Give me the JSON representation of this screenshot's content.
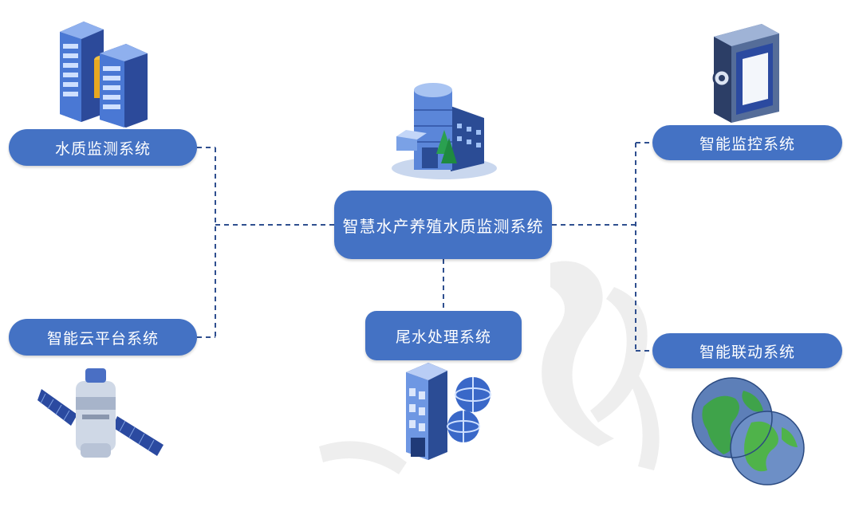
{
  "nodes": {
    "center": "智慧水产养殖水质监测系统",
    "water_quality": "水质监测系统",
    "cloud_platform": "智能云平台系统",
    "tail_water": "尾水处理系统",
    "smart_monitoring": "智能监控系统",
    "smart_linkage": "智能联动系统"
  },
  "colors": {
    "node_fill": "#4472c4",
    "connector": "#2f4f8f",
    "node_text": "#ffffff"
  },
  "icons": {
    "center": "office-building-icon",
    "water_quality": "server-rack-icon",
    "cloud_platform": "satellite-icon",
    "tail_water": "building-with-globes-icon",
    "smart_monitoring": "camera-device-icon",
    "smart_linkage": "globes-icon"
  }
}
